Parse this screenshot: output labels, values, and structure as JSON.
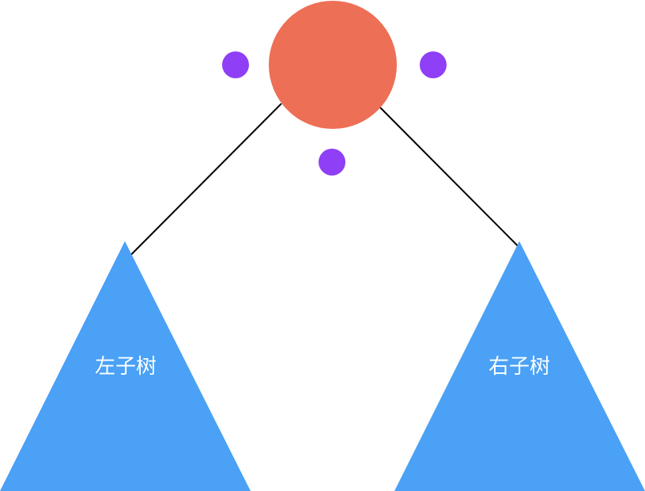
{
  "tree": {
    "root": {
      "color": "#ED6F56"
    },
    "markers": {
      "color": "#8F3FF5",
      "count": 3
    },
    "edges": {
      "color": "#000000"
    },
    "left_subtree": {
      "label": "左子树",
      "color": "#4AA1F6"
    },
    "right_subtree": {
      "label": "右子树",
      "color": "#4AA1F6"
    }
  }
}
